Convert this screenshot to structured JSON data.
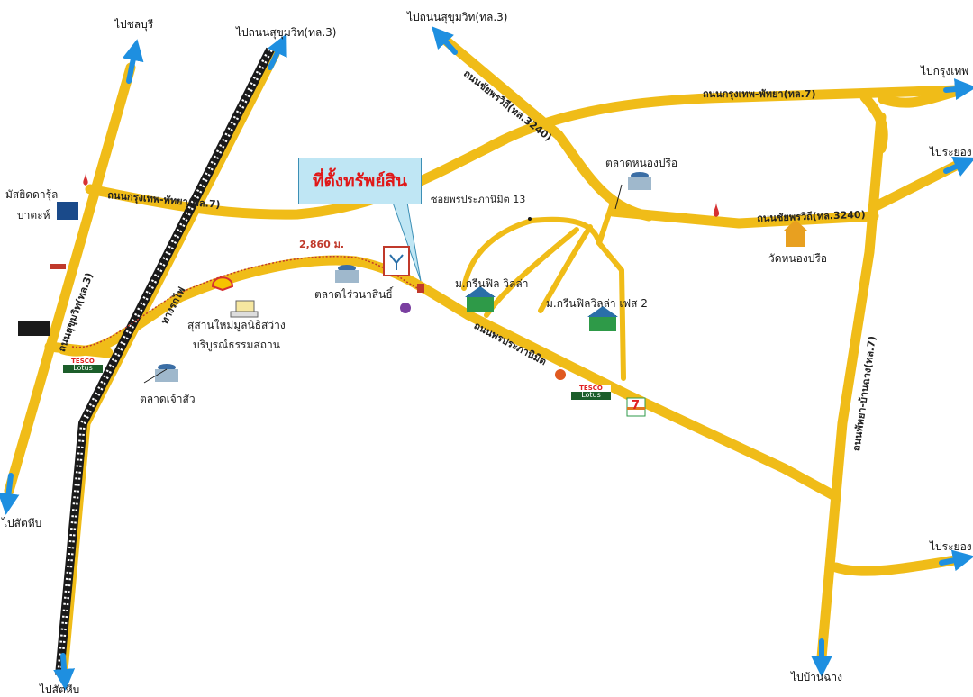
{
  "title": "ที่ตั้งทรัพย์สิน",
  "distance": "2,860 ม.",
  "destinations": {
    "chonburi": "ไปชลบุรี",
    "sukhumvit_left": "ไปถนนสุขุมวิท(ทล.3)",
    "sukhumvit_right": "ไปถนนสุขุมวิท(ทล.3)",
    "bangkok": "ไปกรุงเทพ",
    "rayong_top": "ไประยอง",
    "sattahip_left": "ไปสัตหีบ",
    "sattahip_bottom": "ไปสัตหีบ",
    "rayong_bottom": "ไประยอง",
    "ban_chang": "ไปบ้านฉาง"
  },
  "roads": {
    "bangkok_pattaya_left": "ถนนกรุงเทพ-พัทยา(ทล.7)",
    "bangkok_pattaya_right": "ถนนกรุงเทพ-พัทยา(ทล.7)",
    "chaiyaphruek_3240_upper": "ถนนชัยพรวิถี(ทล.3240)",
    "chaiyaphruek_3240_lower": "ถนนชัยพรวิถี(ทล.3240)",
    "sukhumvit": "ถนนสุขุมวิท(ทล.3)",
    "railway": "ทางรถไฟ",
    "phonprapanimit": "ถนนพรประภานิมิต",
    "soi_13": "ซอยพรประภานิมิต 13",
    "pattaya_banchang": "ถนนพัทยา-บ้านฉาง(ทล.7)"
  },
  "places": {
    "mosque_line1": "มัสยิดดารุ้ล",
    "mosque_line2": "บาตะห์",
    "rai_wana_market": "ตลาดไร่วนาสินธิ์",
    "cemetery_line1": "สุสานใหม่มูลนิธิสว่าง",
    "cemetery_line2": "บริบูรณ์ธรรมสถาน",
    "chaosua_market": "ตลาดเจ้าสัว",
    "nong_prue_market": "ตลาดหนองปรือ",
    "wat_nong_prue": "วัดหนองปรือ",
    "green_field_villa": "ม.กรีนฟิล วิลล่า",
    "green_field_villa_2": "ม.กรีนฟิลวิลล่า เฟส 2"
  },
  "brands": {
    "tesco": "TESCO",
    "lotus": "Lotus",
    "seven_eleven": "7"
  },
  "colors": {
    "road": "#f0bc18",
    "arrow": "#1e8fe0",
    "callout_fill": "#bfe6f4",
    "callout_text": "#e01818",
    "route_dots": "#c0392b"
  }
}
